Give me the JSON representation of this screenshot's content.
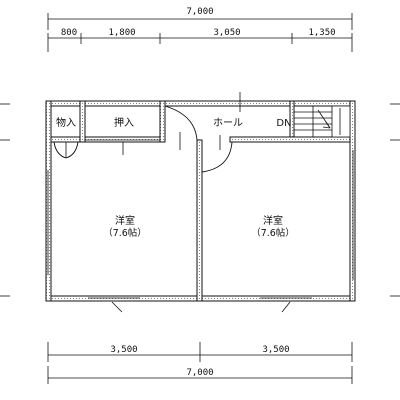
{
  "dimensions": {
    "top_total": "7,000",
    "top_segments": [
      "800",
      "1,800",
      "3,050",
      "1,350"
    ],
    "bottom_segments": [
      "3,500",
      "3,500"
    ],
    "bottom_total": "7,000"
  },
  "rooms": {
    "storage": {
      "label": "物入"
    },
    "closet": {
      "label": "押入"
    },
    "hall": {
      "label": "ホール"
    },
    "stairs": {
      "label": "DN"
    },
    "western_left": {
      "label": "洋室",
      "area": "（7.6帖）"
    },
    "western_right": {
      "label": "洋室",
      "area": "（7.6帖）"
    }
  }
}
